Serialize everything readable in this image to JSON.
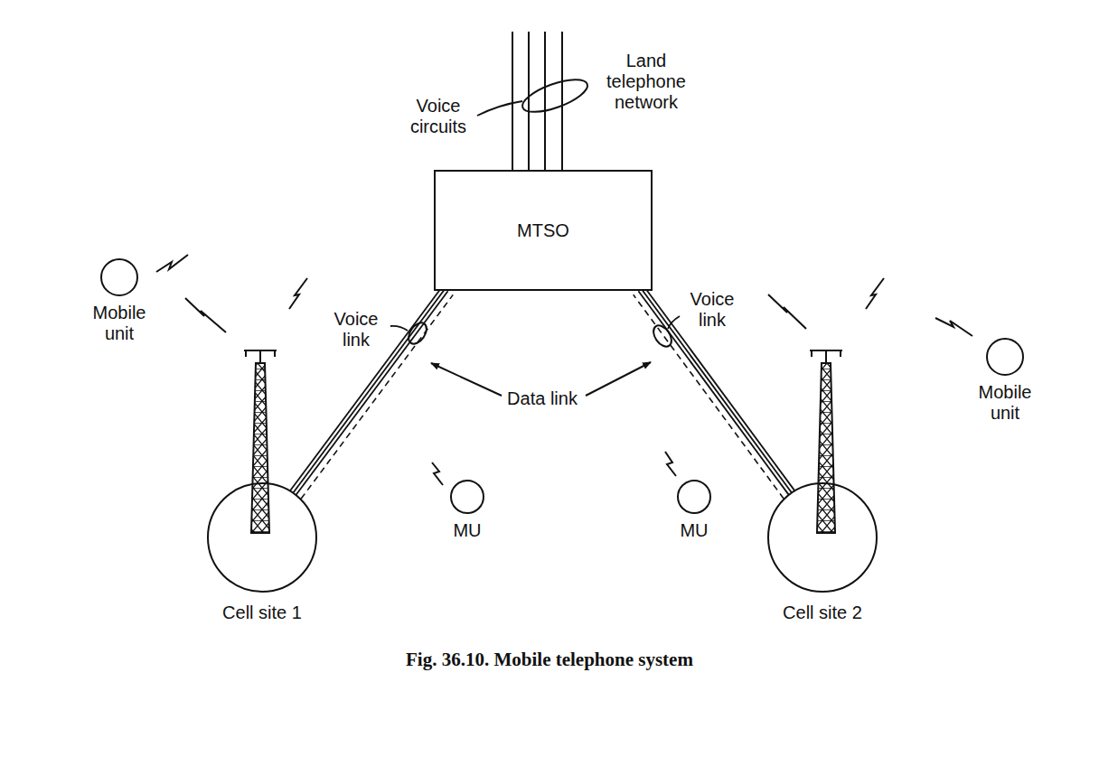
{
  "diagram": {
    "caption": "Fig. 36.10. Mobile telephone system",
    "nodes": [
      {
        "text": [
          "MTSO"
        ]
      },
      {
        "text": [
          "Mobile unit"
        ]
      },
      {
        "text": [
          "Mobile unit"
        ]
      },
      {
        "text": [
          "MU"
        ]
      },
      {
        "text": [
          "MU"
        ]
      },
      {
        "text": [
          "Cell site 1"
        ]
      },
      {
        "text": [
          "Cell site 2"
        ]
      }
    ],
    "edges": [
      {
        "from": 5,
        "to": 0,
        "arrow": "none"
      },
      {
        "from": 6,
        "to": 0,
        "arrow": "none"
      }
    ],
    "labels": [
      "Land telephone network",
      "Voice circuits",
      "Voice link",
      "Voice link",
      "Data link"
    ]
  }
}
